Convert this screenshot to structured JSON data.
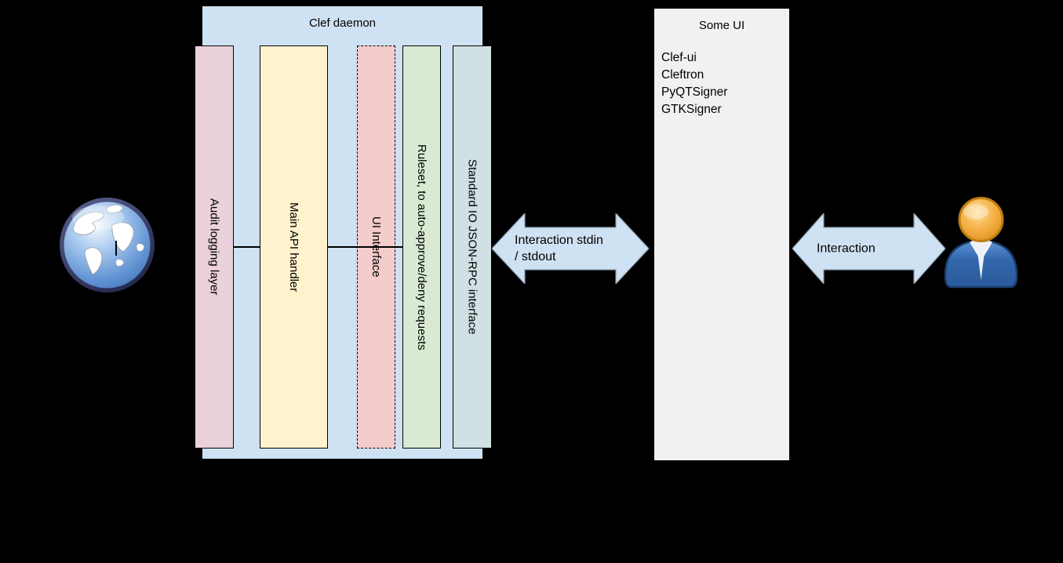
{
  "canvas": {
    "background": "#000000"
  },
  "clef_daemon": {
    "title": "Clef daemon",
    "fill": "#cfe2f3",
    "columns": [
      {
        "label": "Audit logging layer",
        "fill": "#ead1dc",
        "border_style": "solid"
      },
      {
        "label": "Main API handler",
        "fill": "#fff2cc",
        "border_style": "solid"
      },
      {
        "label": "UI Interface",
        "fill": "#f4cccc",
        "border_style": "dashed"
      },
      {
        "label": "Ruleset, to auto-approve/deny requests",
        "fill": "#d9ead3",
        "border_style": "solid"
      },
      {
        "label": "Standard IO JSON-RPC interface",
        "fill": "#d0e0e3",
        "border_style": "solid"
      }
    ]
  },
  "some_ui": {
    "title": "Some UI",
    "fill": "#f1f1f1",
    "items": [
      "Clef-ui",
      "Cleftron",
      "PyQTSigner",
      "GTKSigner"
    ]
  },
  "arrows": {
    "fill": "#cfe2f3",
    "left": {
      "line1": "Interaction stdin",
      "line2": "/ stdout"
    },
    "right": {
      "label": "Interaction"
    }
  },
  "icons": {
    "left": "globe-icon",
    "right": "user-icon"
  }
}
